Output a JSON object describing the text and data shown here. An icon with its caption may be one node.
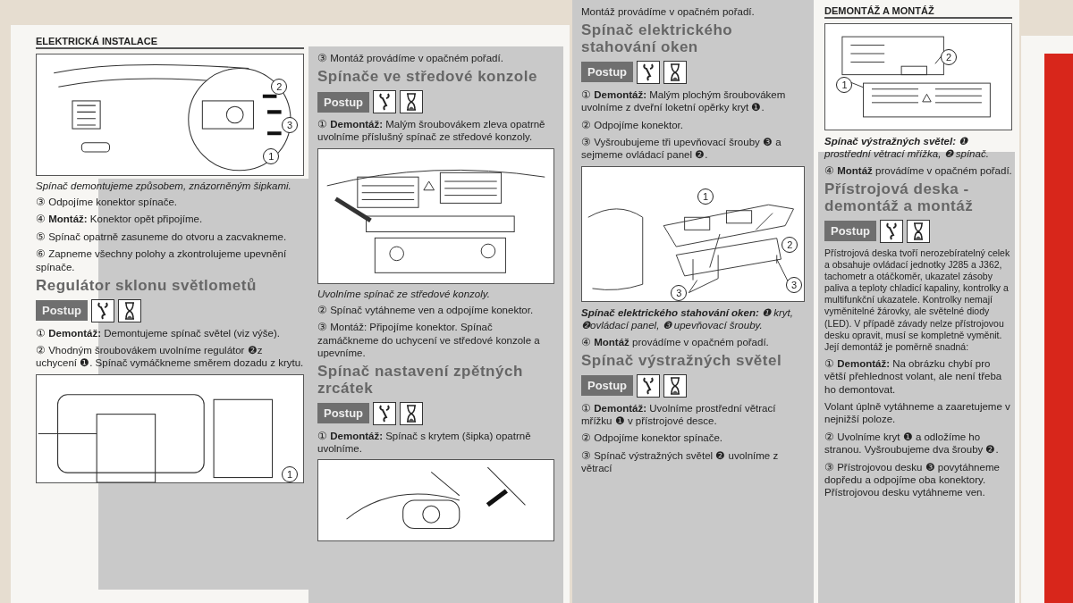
{
  "diagram": {
    "nodes": [
      {
        "text": [
          "2"
        ]
      },
      {
        "text": [
          "3"
        ]
      },
      {
        "text": [
          "1"
        ]
      },
      {
        "text": [
          "Postup"
        ]
      },
      {
        "text": [
          "1"
        ]
      },
      {
        "text": [
          "Postup"
        ]
      },
      {
        "text": [
          "Postup"
        ]
      },
      {
        "text": [
          "Postup"
        ]
      },
      {
        "text": [
          "1"
        ]
      },
      {
        "text": [
          "2"
        ]
      },
      {
        "text": [
          "3"
        ]
      },
      {
        "text": [
          "3"
        ]
      },
      {
        "text": [
          "Postup"
        ]
      },
      {
        "text": [
          "2"
        ]
      },
      {
        "text": [
          "1"
        ]
      },
      {
        "text": [
          "Postup"
        ]
      }
    ],
    "edges": [],
    "labels": [
      "ELEKTRICKÁ INSTALACE",
      "Spínač demontujeme způsobem, znázorněným šipkami.",
      "③ Odpojíme konektor spínače.",
      "④ **Montáž:** Konektor opět připojíme.",
      "⑤ Spínač opatrně zasuneme do otvoru a zacvakneme.",
      "⑥ Zapneme všechny polohy a zkontrolujeme upevnění spínače.",
      "Regulátor sklonu světlometů",
      "① **Demontáž:** Demontujeme spínač světel (viz výše).",
      "② Vhodným šroubovákem uvolníme regulátor ❷z uchycení ❶. Spínač vymáčkneme směrem dozadu z krytu.",
      "③ Montáž provádíme v opačném pořadí.",
      "Spínače ve středové konzole",
      "① **Demontáž:** Malým šroubovákem zleva opatrně uvolníme příslušný spínač ze středové konzoly.",
      "Uvolníme spínač ze středové konzoly.",
      "② Spínač vytáhneme ven a odpojíme konektor.",
      "③ Montáž: Připojíme konektor. Spínač zamáčkneme do uchycení ve středové konzole a upevníme.",
      "Spínač nastavení zpětných zrcátek",
      "① **Demontáž:** Spínač s krytem (šipka) opatrně uvolníme.",
      "Montáž provádíme v opačném pořadí.",
      "Spínač elektrického stahování oken",
      "① **Demontáž:** Malým plochým šroubovákem uvolníme z dveřní loketní opěrky kryt ❶.",
      "② Odpojíme konektor.",
      "③ Vyšroubujeme tři upevňovací šrouby ❸ a sejmeme ovládací panel ❷.",
      "**Spínač elektrického stahování oken:** ❶ kryt, ❷ovládací panel, ❸ upevňovací šrouby.",
      "④ **Montáž** provádíme v opačném pořadí.",
      "Spínač výstražných světel",
      "① **Demontáž:** Uvolníme prostřední větrací mřížku ❶ v přístrojové desce.",
      "② Odpojíme konektor spínače.",
      "③ Spínač výstražných světel ❷ uvolníme z větrací",
      "DEMONTÁŽ A MONTÁŽ",
      "**Spínač výstražných světel:** ❶ prostřední větrací mřížka, ❷ spínač.",
      "④ **Montáž** provádíme v opačném pořadí.",
      "Přístrojová deska - demontáž a montáž",
      "Přístrojová deska tvoří nerozebíratelný celek a obsahuje ovládací jednotky J285 a J362, tachometr a otáčkoměr, ukazatel zásoby paliva a teploty chladicí kapaliny, kontrolky a multifunkční ukazatele. Kontrolky nemají vyměnitelné žárovky, ale světelné diody (LED). V případě závady nelze přístrojovou desku opravit, musí se kompletně vyměnit. Její demontáž je poměrně snadná:",
      "① **Demontáž:** Na obrázku chybí pro větší přehlednost volant, ale není třeba ho demontovat.",
      "Volant úplně vytáhneme a zaaretujeme v nejnižší poloze.",
      "② Uvolníme kryt ❶ a odložíme ho stranou. Vyšroubujeme dva šrouby ❷.",
      "③ Přístrojovou desku ❸ povytáhneme dopředu a odpojíme oba konektory. Přístrojovou desku vytáhneme ven."
    ]
  }
}
